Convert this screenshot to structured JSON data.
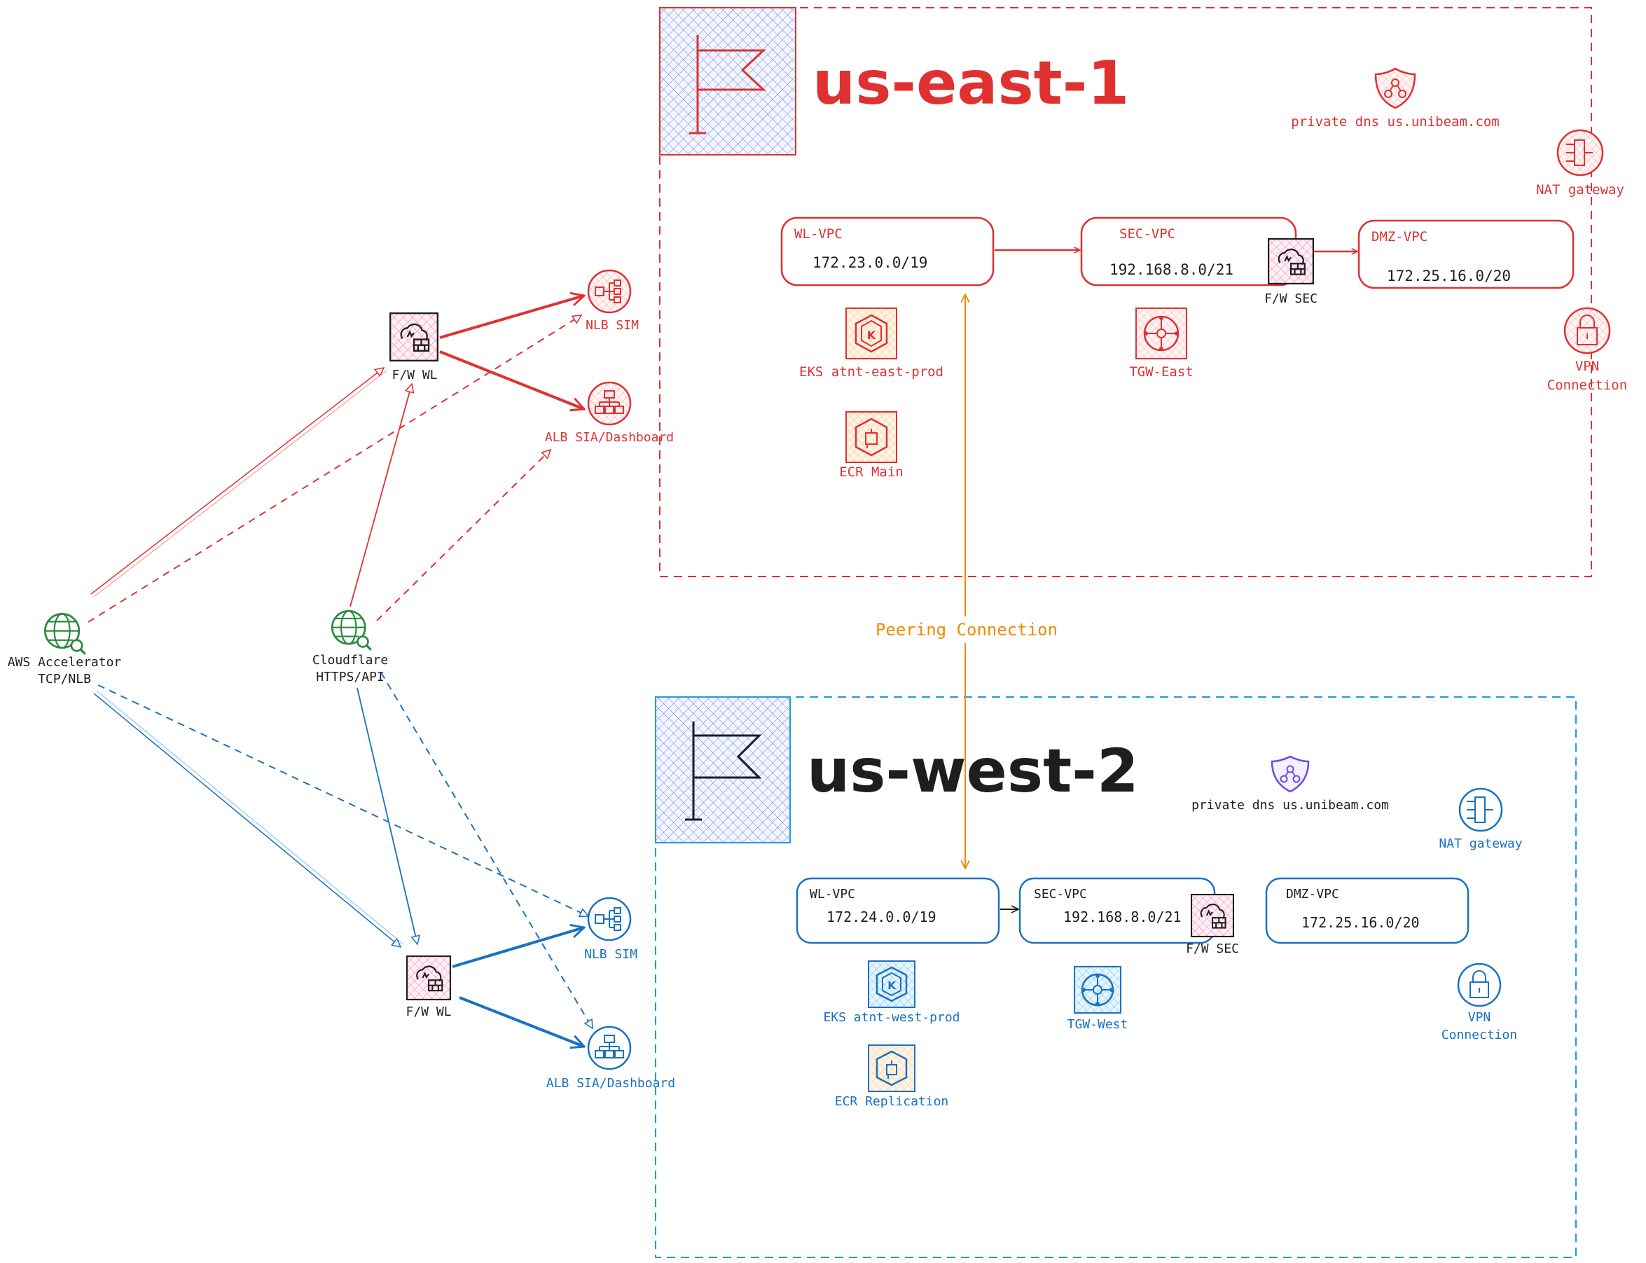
{
  "colors": {
    "east": "#e03131",
    "west": "#1971c2",
    "accelerator": "#2b8a3e",
    "peering": "#f08c00",
    "black": "#1e1e1e"
  },
  "east": {
    "title": "us-east-1",
    "private_dns": "private dns us.unibeam.com",
    "nat_gateway": "NAT gateway",
    "vpn_line1": "VPN",
    "vpn_line2": "Connection",
    "wl_vpc": {
      "name": "WL-VPC",
      "cidr": "172.23.0.0/19"
    },
    "sec_vpc": {
      "name": "SEC-VPC",
      "cidr": "192.168.8.0/21"
    },
    "dmz_vpc": {
      "name": "DMZ-VPC",
      "cidr": "172.25.16.0/20"
    },
    "fw_sec": "F/W SEC",
    "eks": "EKS atnt-east-prod",
    "tgw": "TGW-East",
    "ecr": "ECR Main",
    "fw_wl": "F/W WL",
    "nlb": "NLB SIM",
    "alb": "ALB SIA/Dashboard"
  },
  "west": {
    "title": "us-west-2",
    "private_dns": "private dns us.unibeam.com",
    "nat_gateway": "NAT gateway",
    "vpn_line1": "VPN",
    "vpn_line2": "Connection",
    "wl_vpc": {
      "name": "WL-VPC",
      "cidr": "172.24.0.0/19"
    },
    "sec_vpc": {
      "name": "SEC-VPC",
      "cidr": "192.168.8.0/21"
    },
    "dmz_vpc": {
      "name": "DMZ-VPC",
      "cidr": "172.25.16.0/20"
    },
    "fw_sec": "F/W SEC",
    "eks": "EKS atnt-west-prod",
    "tgw": "TGW-West",
    "ecr": "ECR Replication",
    "fw_wl": "F/W WL",
    "nlb": "NLB SIM",
    "alb": "ALB SIA/Dashboard"
  },
  "sources": {
    "accelerator_line1": "AWS Accelerator",
    "accelerator_line2": "TCP/NLB",
    "cloudflare_line1": "Cloudflare",
    "cloudflare_line2": "HTTPS/API"
  },
  "peering": "Peering Connection",
  "icons": {
    "region_flag": "flag-icon",
    "firewall": "firewall-icon",
    "load_balancer": "load-balancer-icon",
    "kubernetes": "eks-icon",
    "registry": "ecr-icon",
    "transit_gateway": "transit-gateway-icon",
    "dns": "route53-icon",
    "nat": "nat-gateway-icon",
    "vpn": "vpn-lock-icon",
    "globe": "globe-search-icon"
  }
}
